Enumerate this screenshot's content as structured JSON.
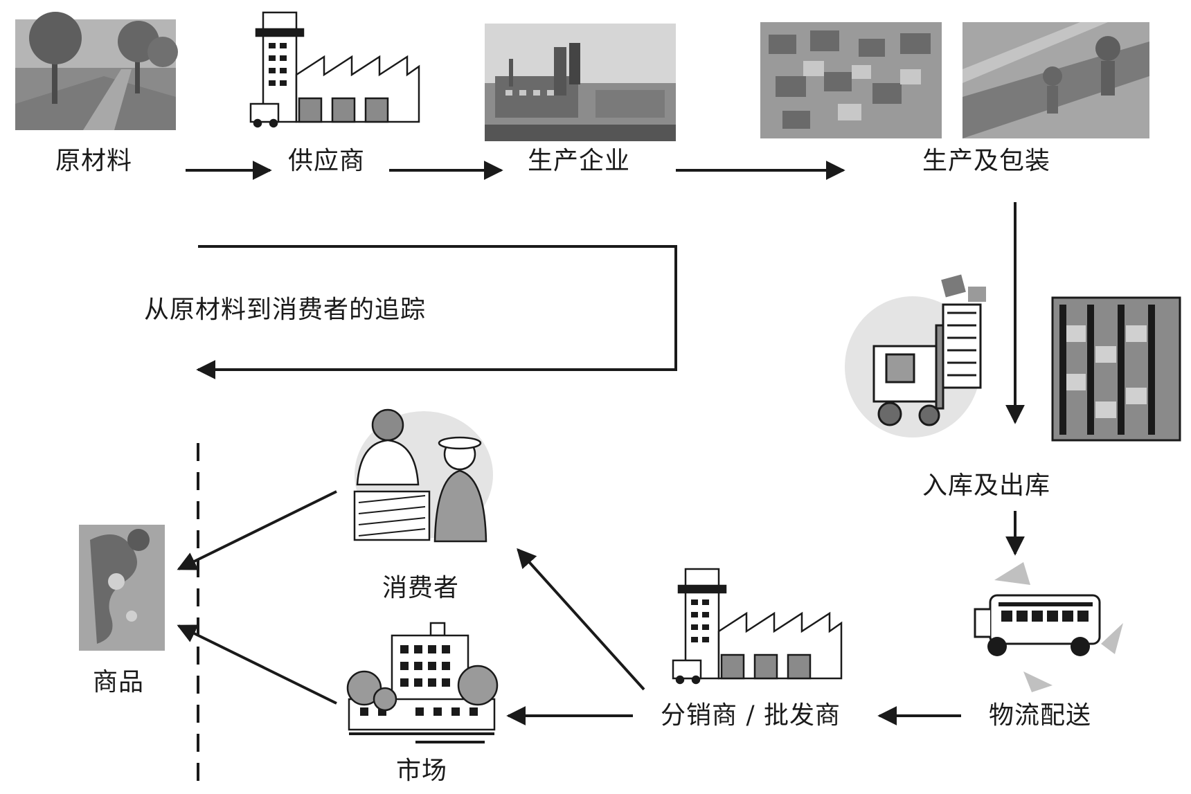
{
  "labels": {
    "raw_materials": "原材料",
    "supplier": "供应商",
    "manufacturer": "生产企业",
    "production_packaging": "生产及包装",
    "warehousing": "入库及出库",
    "logistics": "物流配送",
    "distributor": "分销商 / 批发商",
    "market": "市场",
    "consumer": "消费者",
    "goods": "商品",
    "trace": "从原材料到消费者的追踪"
  },
  "colors": {
    "ink": "#1a1a1a",
    "photo_dark": "#6e6e6e",
    "photo_mid": "#9a9a9a",
    "photo_light": "#c8c8c8"
  },
  "icons": {
    "raw_materials": "tree-lined-road-photo",
    "supplier": "factory-icon",
    "manufacturer": "industrial-plant-photo",
    "production_packaging": "production-line-photos",
    "warehousing": "forklift-and-warehouse-icons",
    "logistics": "delivery-truck-icon",
    "distributor": "factory-icon",
    "market": "market-building-icon",
    "consumer": "shoppers-icon",
    "goods": "product-photo"
  }
}
